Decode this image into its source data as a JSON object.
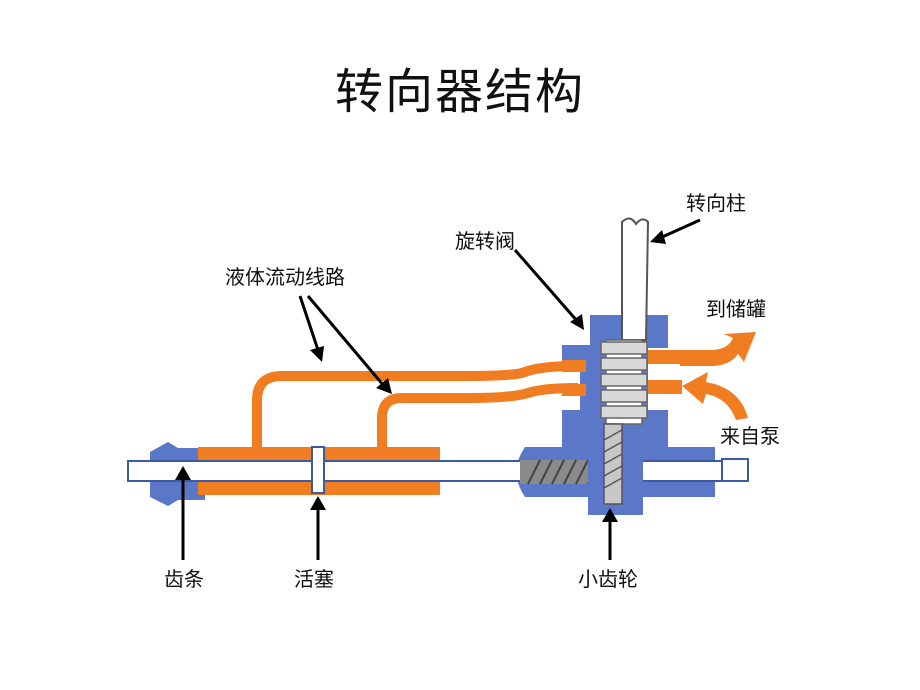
{
  "title": "转向器结构",
  "labels": {
    "column": "转向柱",
    "valve": "旋转阀",
    "fluid": "液体流动线路",
    "to_tank": "到储罐",
    "from_pump": "来自泵",
    "rack": "齿条",
    "piston": "活塞",
    "pinion": "小齿轮"
  },
  "colors": {
    "fluid": "#f07d22",
    "housing": "#5b78c8",
    "frame": "#3c5aa6",
    "arrow": "#000000"
  }
}
